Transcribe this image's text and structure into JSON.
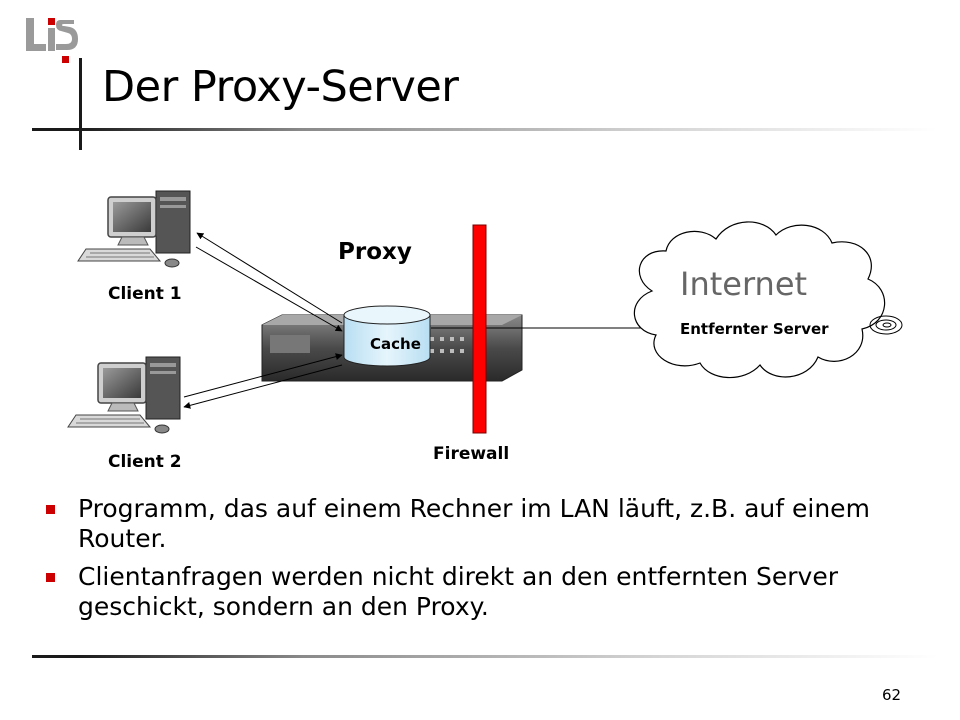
{
  "slide": {
    "title": "Der Proxy-Server",
    "page_number": "62"
  },
  "logo": {
    "text": "LiS",
    "colors": {
      "grey": "#9a9a9a",
      "red": "#cc0000"
    }
  },
  "diagram": {
    "client1_label": "Client 1",
    "client2_label": "Client 2",
    "proxy_label": "Proxy",
    "cache_label": "Cache",
    "firewall_label": "Firewall",
    "internet_label": "Internet",
    "remote_server_label": "Entfernter Server",
    "colors": {
      "firewall": "#ff0000",
      "cache": "#cfe9f7",
      "cloud_text": "#666666"
    }
  },
  "bullets": [
    {
      "text": "Programm, das auf einem Rechner im LAN läuft, z.B. auf einem Router."
    },
    {
      "text": "Clientanfragen werden nicht direkt an den entfernten Server geschickt, sondern an den Proxy."
    }
  ]
}
